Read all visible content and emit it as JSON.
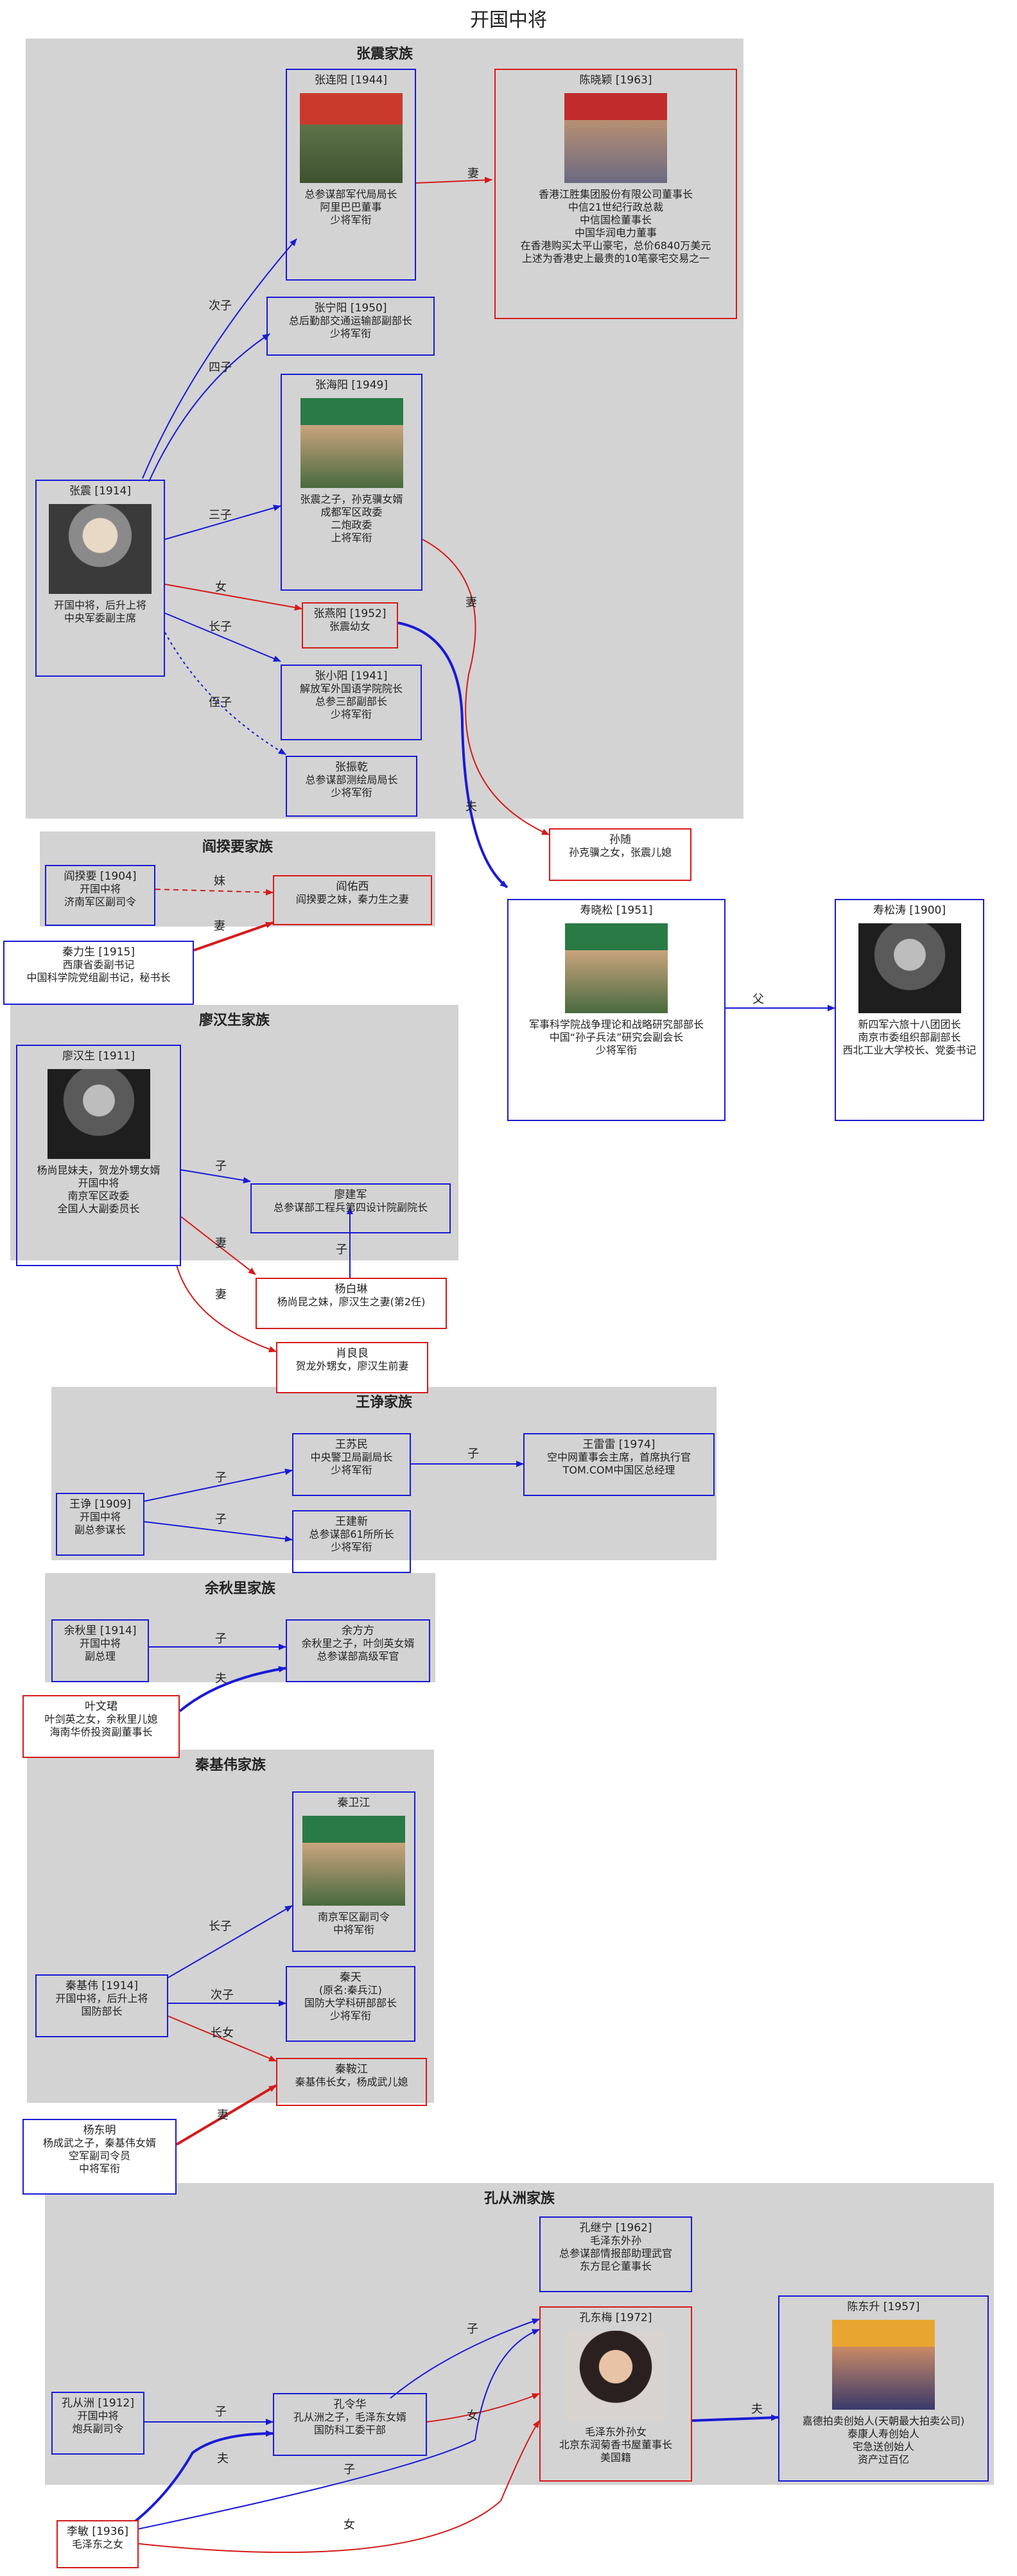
{
  "title": "开国中将",
  "clusters": {
    "zhang": "张震家族",
    "yan": "阎揆要家族",
    "liao": "廖汉生家族",
    "wang": "王诤家族",
    "yu": "余秋里家族",
    "qin": "秦基伟家族",
    "kong": "孔从洲家族"
  },
  "nodes": {
    "zhang_zhen": {
      "name": "张震 [1914]",
      "desc": "开国中将，后升上将\n中央军委副主席",
      "photo": "portrait-photo"
    },
    "zhang_lianyang": {
      "name": "张连阳 [1944]",
      "desc": "总参谋部军代局局长\n阿里巴巴董事\n少将军衔",
      "photo": "portrait-photo"
    },
    "chen_xiaoyan": {
      "name": "陈晓颖 [1963]",
      "desc": "香港江胜集团股份有限公司董事长\n中信21世纪行政总裁\n中信国检董事长\n中国华润电力董事\n在香港购买太平山豪宅，总价6840万美元\n上述为香港史上最贵的10笔豪宅交易之一",
      "photo": "portrait-photo"
    },
    "zhang_ningyang": {
      "name": "张宁阳 [1950]",
      "desc": "总后勤部交通运输部副部长\n少将军衔"
    },
    "zhang_haiyang": {
      "name": "张海阳 [1949]",
      "desc": "张震之子，孙克骥女婿\n成都军区政委\n二炮政委\n上将军衔",
      "photo": "portrait-photo"
    },
    "zhang_yanyang": {
      "name": "张燕阳 [1952]",
      "desc": "张震幼女"
    },
    "zhang_xiaoyang": {
      "name": "张小阳 [1941]",
      "desc": "解放军外国语学院院长\n总参三部副部长\n少将军衔"
    },
    "zhang_zhenqian": {
      "name": "张振乾",
      "desc": "总参谋部测绘局局长\n少将军衔"
    },
    "sun_sui": {
      "name": "孙随",
      "desc": "孙克骥之女，张震儿媳"
    },
    "yan_kuiyao": {
      "name": "阎揆要 [1904]",
      "desc": "开国中将\n济南军区副司令"
    },
    "yan_youxi": {
      "name": "阎佑西",
      "desc": "阎揆要之妹，秦力生之妻"
    },
    "qin_lisheng": {
      "name": "秦力生 [1915]",
      "desc": "西康省委副书记\n中国科学院党组副书记，秘书长"
    },
    "shou_xiaosong": {
      "name": "寿晓松 [1951]",
      "desc": "军事科学院战争理论和战略研究部部长\n中国“孙子兵法”研究会副会长\n少将军衔",
      "photo": "portrait-photo"
    },
    "shou_songtao": {
      "name": "寿松涛 [1900]",
      "desc": "新四军六旅十八团团长\n南京市委组织部副部长\n西北工业大学校长、党委书记",
      "photo": "portrait-photo"
    },
    "liao_hansheng": {
      "name": "廖汉生 [1911]",
      "desc": "杨尚昆妹夫，贺龙外甥女婿\n开国中将\n南京军区政委\n全国人大副委员长",
      "photo": "portrait-photo"
    },
    "liao_jianjun": {
      "name": "廖建军",
      "desc": "总参谋部工程兵第四设计院副院长"
    },
    "yang_bailin": {
      "name": "杨白琳",
      "desc": "杨尚昆之妹，廖汉生之妻(第2任)"
    },
    "xiao_liangliang": {
      "name": "肖良良",
      "desc": "贺龙外甥女，廖汉生前妻"
    },
    "wang_zheng": {
      "name": "王诤 [1909]",
      "desc": "开国中将\n副总参谋长"
    },
    "wang_sumin": {
      "name": "王苏民",
      "desc": "中央警卫局副局长\n少将军衔"
    },
    "wang_leilei": {
      "name": "王雷雷 [1974]",
      "desc": "空中网董事会主席，首席执行官\nTOM.COM中国区总经理"
    },
    "wang_jianxin": {
      "name": "王建新",
      "desc": "总参谋部61所所长\n少将军衔"
    },
    "yu_qiuli": {
      "name": "余秋里 [1914]",
      "desc": "开国中将\n副总理"
    },
    "yu_fangfang": {
      "name": "余方方",
      "desc": "余秋里之子，叶剑英女婿\n总参谋部高级军官"
    },
    "ye_wenjin": {
      "name": "叶文珺",
      "desc": "叶剑英之女，余秋里儿媳\n海南华侨投资副董事长"
    },
    "qin_jiwei": {
      "name": "秦基伟 [1914]",
      "desc": "开国中将，后升上将\n国防部长"
    },
    "qin_weijiang": {
      "name": "秦卫江",
      "desc": "南京军区副司令\n中将军衔",
      "photo": "portrait-photo"
    },
    "qin_tian": {
      "name": "秦天",
      "desc": "(原名:秦兵江)\n国防大学科研部部长\n少将军衔"
    },
    "qin_yanjiang": {
      "name": "秦鞍江",
      "desc": "秦基伟长女，杨成武儿媳"
    },
    "yang_dongming": {
      "name": "杨东明",
      "desc": "杨成武之子，秦基伟女婿\n空军副司令员\n中将军衔"
    },
    "kong_jining": {
      "name": "孔继宁 [1962]",
      "desc": "毛泽东外孙\n总参谋部情报部助理武官\n东方昆仑董事长"
    },
    "kong_dongmei": {
      "name": "孔东梅 [1972]",
      "desc": "毛泽东外孙女\n北京东润菊香书屋董事长\n美国籍",
      "photo": "portrait-photo"
    },
    "chen_dongsheng": {
      "name": "陈东升 [1957]",
      "desc": "嘉德拍卖创始人(天朝最大拍卖公司)\n泰康人寿创始人\n宅急送创始人\n资产过百亿",
      "photo": "portrait-photo"
    },
    "kong_congzhou": {
      "name": "孔从洲 [1912]",
      "desc": "开国中将\n炮兵副司令"
    },
    "kong_linghua": {
      "name": "孔令华",
      "desc": "孔从洲之子，毛泽东女婿\n国防科工委干部"
    },
    "li_min": {
      "name": "李敏 [1936]",
      "desc": "毛泽东之女"
    }
  },
  "edge_labels": {
    "second_son": "次子",
    "fourth_son": "四子",
    "third_son": "三子",
    "daughter": "女",
    "eldest_son": "长子",
    "nephew": "侄子",
    "wife": "妻",
    "husband": "夫",
    "sister": "妹",
    "son": "子",
    "father": "父",
    "eldest_daughter": "长女"
  },
  "colors": {
    "male": "#1a1ad6",
    "female": "#d61a1a",
    "cluster": "#d3d3d3"
  }
}
